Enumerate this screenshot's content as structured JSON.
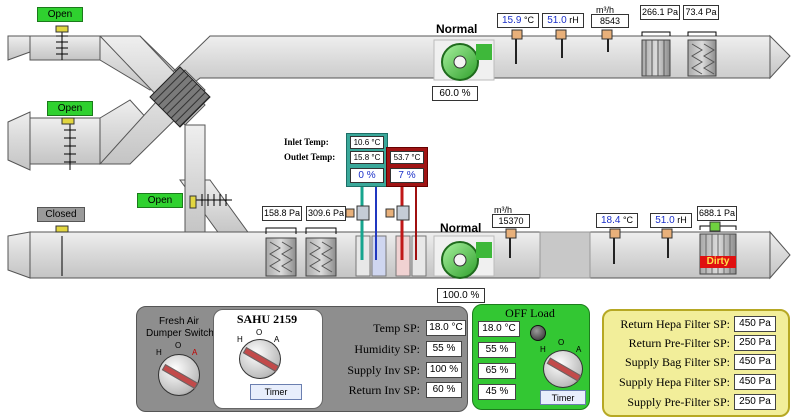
{
  "dampers": {
    "fresh_top": "Open",
    "exhaust_mid": "Open",
    "return_right": "Open",
    "bottom_left": "Closed"
  },
  "exhaust": {
    "fan_status": "Normal",
    "fan_speed": "60.0 %",
    "temp_value": "15.9",
    "temp_unit": "°C",
    "humidity_value": "51.0",
    "humidity_unit": "rH",
    "flow_unit": "m³/h",
    "flow_value": "8543",
    "filter1_dp": "266.1 Pa",
    "filter2_dp": "73.4 Pa"
  },
  "supply": {
    "fan_status": "Normal",
    "fan_speed": "100.0 %",
    "flow_unit": "m³/h",
    "flow_value": "15370",
    "temp_value": "18.4",
    "temp_unit": "°C",
    "humidity_value": "51.0",
    "humidity_unit": "rH",
    "prefilter_dp": "158.8 Pa",
    "bagfilter_dp": "309.6 Pa",
    "hepa_dp": "688.1 Pa",
    "hepa_status": "Dirty"
  },
  "coils": {
    "inlet_label": "Inlet Temp:",
    "outlet_label": "Outlet Temp:",
    "cool_inlet": "10.6 °C",
    "cool_outlet": "15.8 °C",
    "cool_valve": "0 %",
    "heat_outlet": "53.7 °C",
    "heat_valve": "7 %"
  },
  "panel_left": {
    "switch_title": "Fresh Air\nDumper Switch",
    "positions": [
      "H",
      "O",
      "A"
    ]
  },
  "panel_sahu": {
    "title": "SAHU 2159",
    "positions": [
      "H",
      "O",
      "A"
    ],
    "timer_label": "Timer",
    "setpoints": [
      {
        "label": "Temp SP:",
        "value": "18.0 °C"
      },
      {
        "label": "Humidity SP:",
        "value": "55 %"
      },
      {
        "label": "Supply Inv SP:",
        "value": "100 %"
      },
      {
        "label": "Return Inv SP:",
        "value": "60 %"
      }
    ]
  },
  "panel_load": {
    "title": "OFF Load",
    "values": [
      "18.0 °C",
      "55 %",
      "65 %",
      "45 %"
    ],
    "positions": [
      "H",
      "O",
      "A"
    ],
    "timer_label": "Timer"
  },
  "panel_filters": {
    "setpoints": [
      {
        "label": "Return Hepa Filter SP:",
        "value": "450 Pa"
      },
      {
        "label": "Return Pre-Filter SP:",
        "value": "250 Pa"
      },
      {
        "label": "Supply Bag Filter SP:",
        "value": "450 Pa"
      },
      {
        "label": "Supply Hepa Filter SP:",
        "value": "450 Pa"
      },
      {
        "label": "Supply Pre-Filter SP:",
        "value": "250 Pa"
      }
    ]
  },
  "colors": {
    "duct": "#d9d9d9",
    "status_green": "#2fd12f",
    "dirty_red": "#e01010",
    "value_blue": "#1a2fc8",
    "load_panel": "#33c733",
    "filter_panel": "#f2ee9a"
  }
}
